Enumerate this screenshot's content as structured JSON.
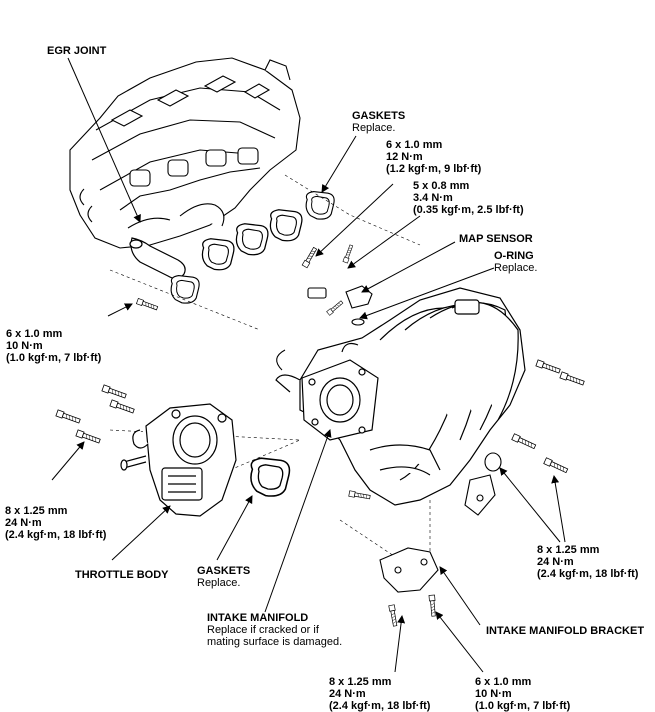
{
  "labels": {
    "egr_joint": {
      "title": "EGR JOINT"
    },
    "gaskets_top": {
      "title": "GASKETS",
      "note": "Replace."
    },
    "bolt_6x10_top": {
      "size": "6 x 1.0 mm",
      "torque": "12 N·m",
      "alt": "(1.2 kgf·m, 9 lbf·ft)"
    },
    "bolt_5x08": {
      "size": "5 x 0.8 mm",
      "torque": "3.4 N·m",
      "alt": "(0.35 kgf·m, 2.5 lbf·ft)"
    },
    "map_sensor": {
      "title": "MAP SENSOR"
    },
    "o_ring": {
      "title": "O-RING",
      "note": "Replace."
    },
    "bolt_6x10_left": {
      "size": "6 x 1.0 mm",
      "torque": "10 N·m",
      "alt": "(1.0 kgf·m, 7 lbf·ft)"
    },
    "bolt_8x125_left": {
      "size": "8 x 1.25 mm",
      "torque": "24 N·m",
      "alt": "(2.4 kgf·m, 18 lbf·ft)"
    },
    "throttle_body": {
      "title": "THROTTLE BODY"
    },
    "gaskets_bottom": {
      "title": "GASKETS",
      "note": "Replace."
    },
    "bolt_8x125_right": {
      "size": "8 x 1.25 mm",
      "torque": "24 N·m",
      "alt": "(2.4 kgf·m, 18 lbf·ft)"
    },
    "intake_manifold": {
      "title": "INTAKE MANIFOLD",
      "note1": "Replace if cracked or if",
      "note2": "mating surface is damaged."
    },
    "intake_manifold_bracket": {
      "title": "INTAKE MANIFOLD BRACKET"
    },
    "bolt_8x125_bottom": {
      "size": "8 x 1.25 mm",
      "torque": "24 N·m",
      "alt": "(2.4 kgf·m, 18 lbf·ft)"
    },
    "bolt_6x10_bottom": {
      "size": "6 x 1.0 mm",
      "torque": "10 N·m",
      "alt": "(1.0 kgf·m, 7 lbf·ft)"
    }
  }
}
